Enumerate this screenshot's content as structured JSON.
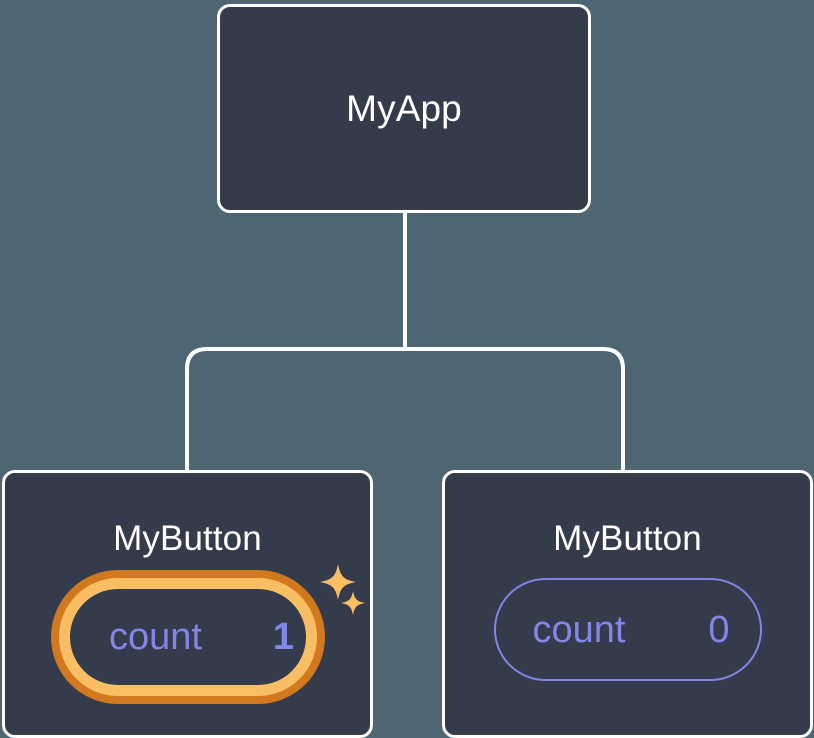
{
  "diagram": {
    "type": "component-tree",
    "background_color": "#4d6672",
    "node_fill": "#343b4a",
    "node_border": "#ffffff",
    "connector_color": "#ffffff",
    "state_color": "#8186e8",
    "highlight_inner_color": "#f9be64",
    "highlight_outer_color": "#d2791e",
    "root": {
      "label": "MyApp"
    },
    "children": [
      {
        "label": "MyButton",
        "state": {
          "key": "count",
          "value": "1"
        },
        "highlighted": true,
        "sparkle_count": 2
      },
      {
        "label": "MyButton",
        "state": {
          "key": "count",
          "value": "0"
        },
        "highlighted": false,
        "sparkle_count": 0
      }
    ]
  }
}
